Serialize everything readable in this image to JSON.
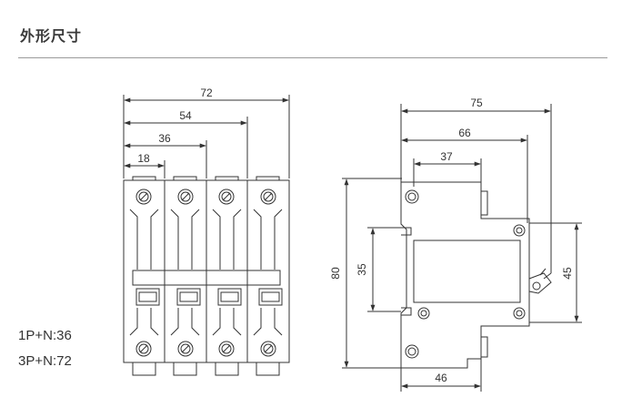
{
  "heading": "外形尺寸",
  "notes": [
    "1P+N:36",
    "3P+N:72"
  ],
  "front_view": {
    "dimensions": [
      "72",
      "54",
      "36",
      "18"
    ]
  },
  "side_view": {
    "dimensions": [
      "75",
      "66",
      "37",
      "80",
      "35",
      "45",
      "46"
    ]
  },
  "colors": {
    "line": "#333333",
    "rule": "#9a9a9a"
  }
}
